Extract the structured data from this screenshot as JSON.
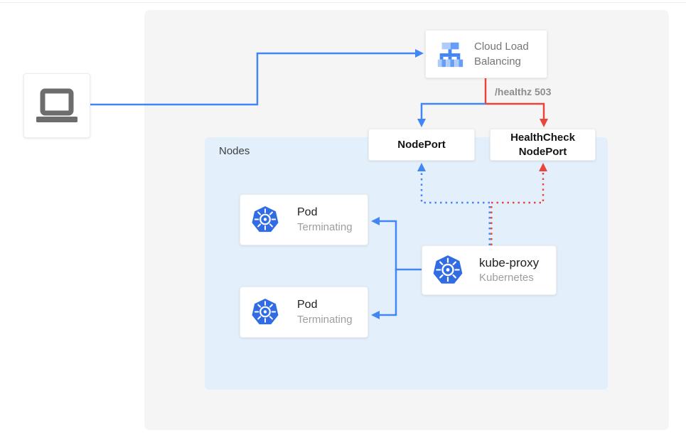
{
  "colors": {
    "flow_blue": "#4285f4",
    "flow_red": "#e8463c",
    "kubernetes_blue": "#326ce5",
    "lb_icon_light_blue": "#aecbfa",
    "lb_icon_mid_blue": "#669df6",
    "nodes_group_bg": "#e3f0fc",
    "panel_bg": "#f5f5f5"
  },
  "diagram": {
    "client": {
      "icon": "laptop-icon"
    },
    "load_balancer": {
      "icon": "cloud-load-balancing-icon",
      "line1": "Cloud Load",
      "line2": "Balancing"
    },
    "healthz_badge": "/healthz 503",
    "nodeport": {
      "label": "NodePort"
    },
    "healthcheck_nodeport": {
      "line1": "HealthCheck",
      "line2": "NodePort"
    },
    "nodes_group": {
      "label": "Nodes"
    },
    "pods": [
      {
        "icon": "kubernetes-icon",
        "title": "Pod",
        "status": "Terminating"
      },
      {
        "icon": "kubernetes-icon",
        "title": "Pod",
        "status": "Terminating"
      }
    ],
    "kube_proxy": {
      "icon": "kubernetes-icon",
      "title": "kube-proxy",
      "subtitle": "Kubernetes"
    }
  }
}
